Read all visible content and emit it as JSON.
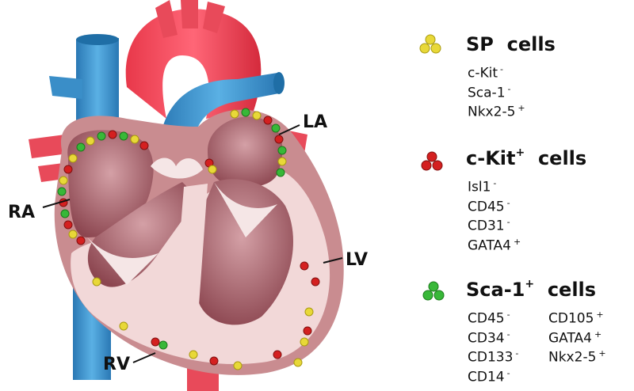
{
  "labels": {
    "ra": "RA",
    "la": "LA",
    "lv": "LV",
    "rv": "RV"
  },
  "legend": [
    {
      "id": "sp",
      "title": "SP",
      "title_sign": "",
      "title_suffix": "cells",
      "dot_color": "yellow",
      "columns": [
        [
          {
            "name": "c-Kit",
            "sign": "-"
          },
          {
            "name": "Sca-1",
            "sign": "-"
          },
          {
            "name": "Nkx2-5",
            "sign": "+"
          }
        ]
      ]
    },
    {
      "id": "ckit",
      "title": "c-Kit",
      "title_sign": "+",
      "title_suffix": "cells",
      "dot_color": "red",
      "columns": [
        [
          {
            "name": "Isl1",
            "sign": "-"
          },
          {
            "name": "CD45",
            "sign": "-"
          },
          {
            "name": "CD31",
            "sign": "-"
          },
          {
            "name": "GATA4",
            "sign": "+"
          }
        ]
      ]
    },
    {
      "id": "sca",
      "title": "Sca-1",
      "title_sign": "+",
      "title_suffix": "cells",
      "dot_color": "green",
      "columns": [
        [
          {
            "name": "CD45",
            "sign": "-"
          },
          {
            "name": "CD34",
            "sign": "-"
          },
          {
            "name": "CD133",
            "sign": "-"
          },
          {
            "name": "CD14",
            "sign": "-"
          }
        ],
        [
          {
            "name": "CD105",
            "sign": "+"
          },
          {
            "name": "GATA4",
            "sign": "+"
          },
          {
            "name": "Nkx2-5",
            "sign": "+"
          }
        ]
      ]
    }
  ],
  "colors": {
    "yellow": "#e8d838",
    "red": "#d42020",
    "green": "#38b838",
    "vessel_blue": "#3a8ec8",
    "vessel_red": "#e84a5a",
    "myocardium": "#c98c90",
    "chamber": "#a35a62",
    "septum": "#f2d8d8"
  }
}
